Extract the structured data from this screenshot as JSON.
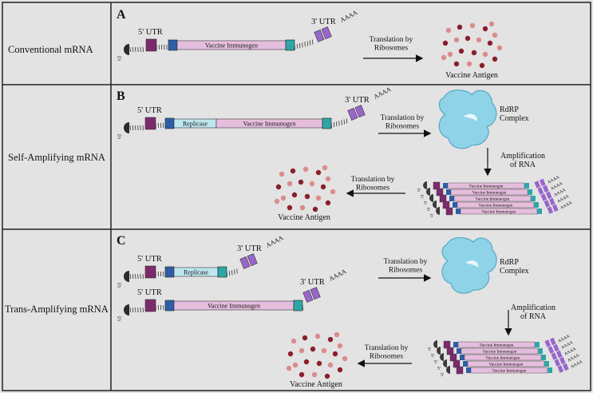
{
  "rows": [
    {
      "label": "Conventional mRNA",
      "panel": "A"
    },
    {
      "label": "Self-Amplifying mRNA",
      "panel": "B"
    },
    {
      "label": "Trans-Amplifying mRNA",
      "panel": "C"
    }
  ],
  "common": {
    "utr5": "5' UTR",
    "utr3": "3' UTR",
    "poly_a": "AAAA",
    "cap": "5'",
    "immunogen": "Vaccine Immunogen",
    "replicase": "Replicase",
    "translation": [
      "Translation by",
      "Ribosomes"
    ],
    "antigen": "Vaccine Antigen",
    "rdrp": [
      "RdRP",
      "Complex"
    ],
    "amplification_b": [
      "Amplification",
      "of RNA"
    ],
    "amplification_c": [
      "Amplification",
      "of RNA"
    ],
    "stack_label": "Vaccine Immunogen"
  },
  "colors": {
    "cap5": "#7b2b6b",
    "blue": "#2f5ea8",
    "teal": "#2fa6a6",
    "immunogen": "#e6bedd",
    "replicase": "#bfe6ee",
    "utr3": "#9966cc",
    "rdrp": "#8fd3e8",
    "dots_dark": "#8a1f2c",
    "dots_light": "#d98c8c"
  }
}
